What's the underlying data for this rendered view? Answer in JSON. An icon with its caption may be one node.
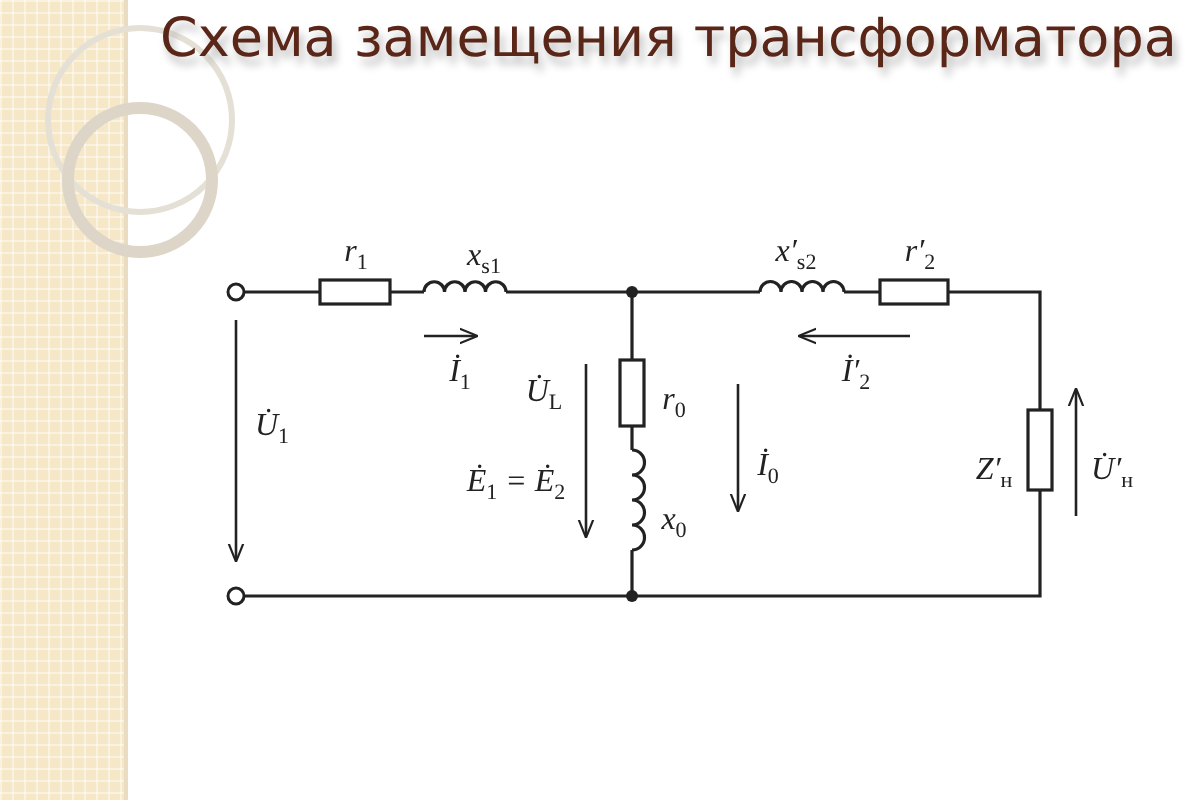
{
  "diagram": {
    "title": "Схема замещения трансформатора",
    "labels": [
      "r$_{1}$",
      "x$_{s1}$",
      "x′$_{s2}$",
      "r′$_{2}$",
      "İ$_{1}$",
      "İ′$_{2}$",
      "U̇$_{1}$",
      "U̇$_{L}$",
      "r$_{0}$",
      "İ$_{0}$",
      "Ė$_{1}$ = Ė$_{2}$",
      "x$_{0}$",
      "Z′$_{н}$",
      "U̇′$_{н}$"
    ]
  }
}
